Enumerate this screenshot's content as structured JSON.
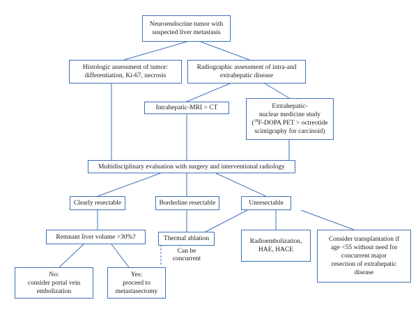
{
  "nodes": {
    "neuroendocrine_tumor": [
      "Neuroendocrine tumor with",
      "suspected liver metastasis"
    ],
    "histologic_assessment": [
      "Histologic assessment of tumor:",
      "differentiation, Ki-67, necrosis"
    ],
    "radiographic_assessment": [
      "Radiographic assessment of intra-and",
      "extrahepatic disease"
    ],
    "intrahepatic": [
      "Intrahepatic-MRI > CT"
    ],
    "extrahepatic": {
      "line1": "Extrahepatic-",
      "line2": "nuclear medicine study",
      "line3_open": "(",
      "line3_sup": "18",
      "line3_rest": "F-DOPA PET > octreotide",
      "line4": "scintigraphy for carcinoid)"
    },
    "multidisciplinary": [
      "Multidisciplinary evaluation with surgery and interventional radiology"
    ],
    "clearly_resectable": [
      "Clearly resectable"
    ],
    "borderline_resectable": [
      "Borderline resectable"
    ],
    "unresectable": [
      "Unresectable"
    ],
    "remnant_liver_volume": [
      "Remnant liver volume >30%?"
    ],
    "thermal_ablation": [
      "Thermal ablation"
    ],
    "radioembolization": [
      "Radioembolization,",
      "HAE, HACE"
    ],
    "transplantation": [
      "Consider transplantation if",
      "age <55 without need for",
      "concurrent major",
      "resection of extrahepatic",
      "disease"
    ],
    "no_outcome": [
      "No:",
      "consider portal vein",
      "embolization"
    ],
    "yes_outcome": [
      "Yes:",
      "proceed to",
      "metastasectomy"
    ]
  },
  "annotations": {
    "can_be_concurrent": [
      "Can be",
      "concurrent"
    ]
  },
  "colors": {
    "border": "#3d6fb6",
    "connector": "#3d6fb6",
    "text": "#1a1a1a"
  }
}
